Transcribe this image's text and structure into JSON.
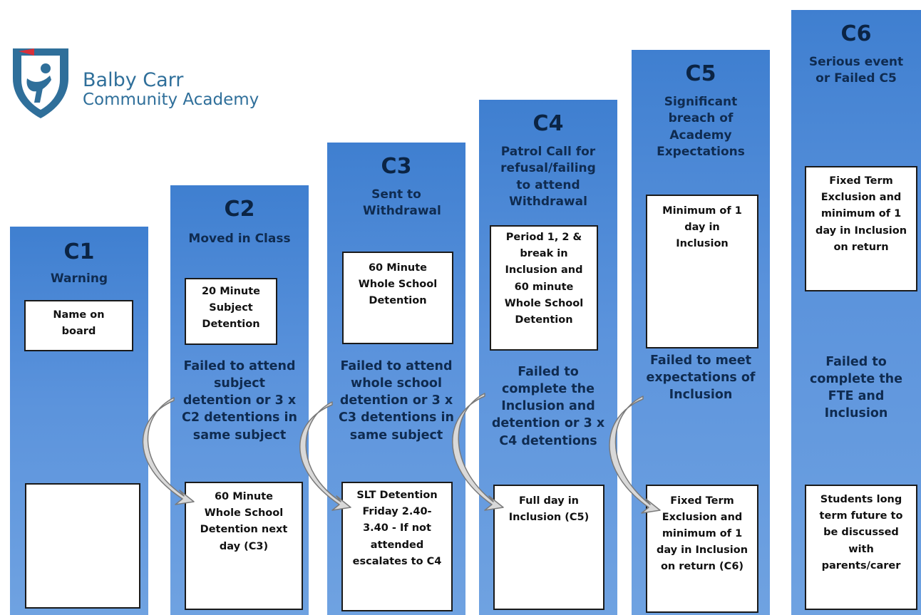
{
  "logo": {
    "line1": "Balby Carr",
    "line2": "Community Academy"
  },
  "columns": [
    {
      "code": "C1",
      "description": "Warning",
      "sanction": "Name on board",
      "failure": "",
      "escalation": ""
    },
    {
      "code": "C2",
      "description": "Moved in Class",
      "sanction": "20 Minute Subject Detention",
      "failure": "Failed to attend subject detention or 3 x C2 detentions in same subject",
      "escalation": "60 Minute Whole School Detention next day (C3)"
    },
    {
      "code": "C3",
      "description": "Sent to Withdrawal",
      "sanction": "60 Minute Whole School Detention",
      "failure": "Failed to attend whole school detention or 3 x C3 detentions in same subject",
      "escalation": "SLT Detention Friday 2.40-3.40 - If not attended escalates to C4"
    },
    {
      "code": "C4",
      "description": "Patrol Call for refusal/failing to attend Withdrawal",
      "sanction": "Period 1, 2 & break in Inclusion and 60 minute Whole School Detention",
      "failure": "Failed to complete the Inclusion and detention or 3 x C4 detentions",
      "escalation": "Full day in Inclusion (C5)"
    },
    {
      "code": "C5",
      "description": "Significant breach of Academy Expectations",
      "sanction": "Minimum of 1 day in Inclusion",
      "failure": "Failed to meet expectations of Inclusion",
      "escalation": "Fixed Term Exclusion and minimum of 1 day in Inclusion on return (C6)"
    },
    {
      "code": "C6",
      "description": "Serious event or Failed C5",
      "sanction": "Fixed Term Exclusion and minimum of 1 day in Inclusion on return",
      "failure": "Failed to complete the FTE and Inclusion",
      "escalation": "Students long term future to be discussed with parents/carer"
    }
  ],
  "colors": {
    "column_top": "#3f7fd0",
    "column_bottom": "#6fa2e1",
    "arrow_fill": "#d9d9d9",
    "logo_blue": "#2f6f9a",
    "logo_red": "#d8303a"
  },
  "icons": {
    "logo": "academy-shield-logo-icon",
    "arrow": "curved-arrow-icon"
  }
}
